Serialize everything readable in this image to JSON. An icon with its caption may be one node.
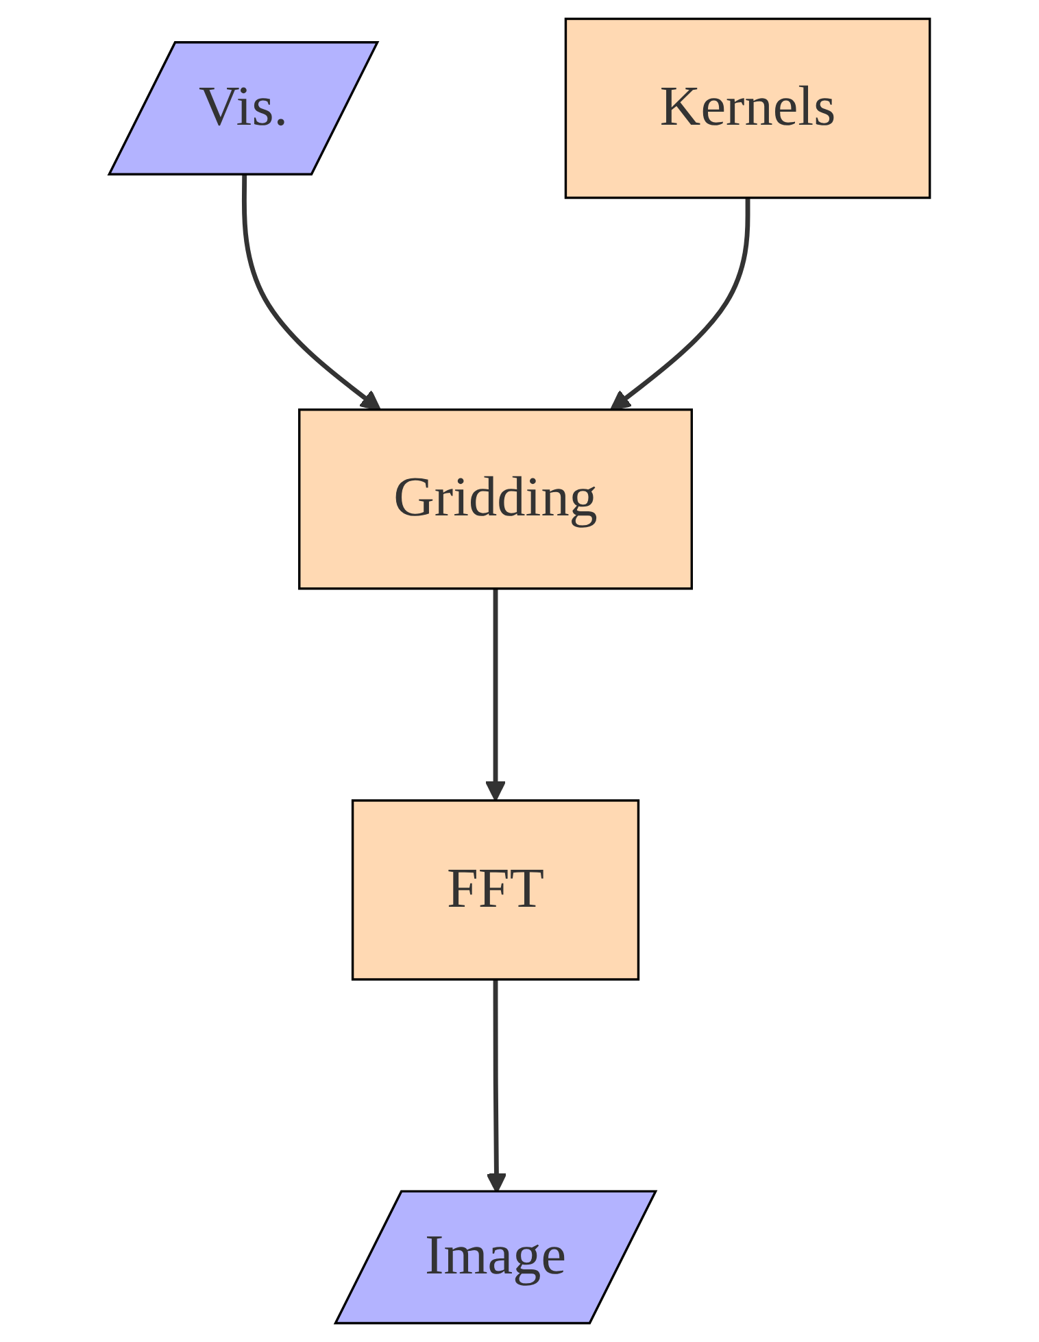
{
  "diagram": {
    "nodes": [
      {
        "text": [
          "Vis."
        ]
      },
      {
        "text": [
          "Gridding"
        ]
      },
      {
        "text": [
          "Kernels"
        ]
      },
      {
        "text": [
          "FFT"
        ]
      },
      {
        "text": [
          "Image"
        ]
      }
    ],
    "edges": [
      {
        "from": 0,
        "to": 1,
        "arrow": "to"
      },
      {
        "from": 2,
        "to": 1,
        "arrow": "to"
      },
      {
        "from": 1,
        "to": 3,
        "arrow": "to"
      },
      {
        "from": 3,
        "to": 4,
        "arrow": "to"
      }
    ]
  }
}
